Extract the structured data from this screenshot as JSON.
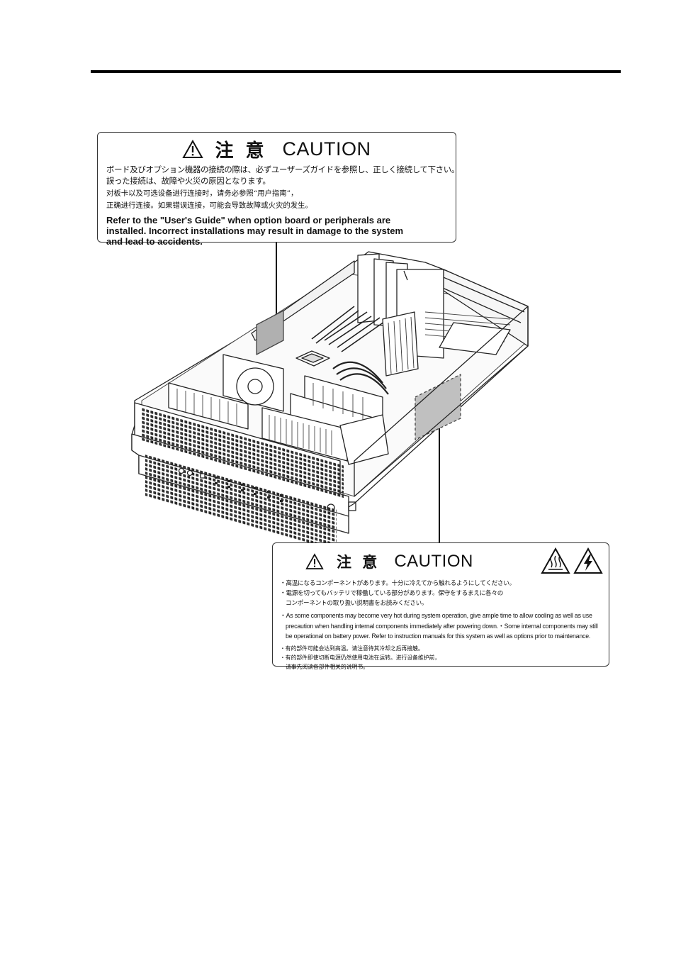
{
  "caution_top": {
    "heading_jp": "注 意",
    "heading_en": "CAUTION",
    "jp_lines": [
      "ボード及びオプション機器の接続の際は、必ずユーザーズガイドを参照し、正しく接続して下さい。",
      "誤った接続は、故障や火災の原因となります。"
    ],
    "cn_lines": [
      "对板卡以及可选设备进行连接时，请务必参照“用户指南”，",
      "正确进行连接。如果错误连接，可能会导致故障或火灾的发生。"
    ],
    "en_lines": [
      "Refer to the \"User's Guide\" when option board or peripherals are",
      "installed.  Incorrect installations may result in damage to the system",
      "and lead to accidents."
    ]
  },
  "caution_bottom": {
    "heading_jp": "注 意",
    "heading_en": "CAUTION",
    "jp_lines": [
      "・高温になるコンポーネントがあります。十分に冷えてから触れるようにしてください。",
      "・電源を切ってもバッテリで稼働している部分があります。保守をするまえに各々の",
      "コンポーネントの取り扱い説明書をお読みください。"
    ],
    "en_lines": [
      "・As some components may become very hot during system operation, give ample time to allow cooling as well as use",
      "precaution when handling internal components immediately after powering down.・Some internal components may still",
      "be operational on battery power. Refer to instruction manuals for this system as well as options prior to maintenance."
    ],
    "cn_lines": [
      "・有的部件可能会达到高温。请注意待其冷却之后再接触。",
      "・有的部件即使切断电源仍然使用电池在运转。进行设备维护前，",
      "请事先阅读各部件相关的说明书。"
    ]
  },
  "icons": {
    "warning": "warning-triangle-icon",
    "hot_surface": "hot-surface-icon",
    "electric_shock": "electric-shock-icon"
  }
}
